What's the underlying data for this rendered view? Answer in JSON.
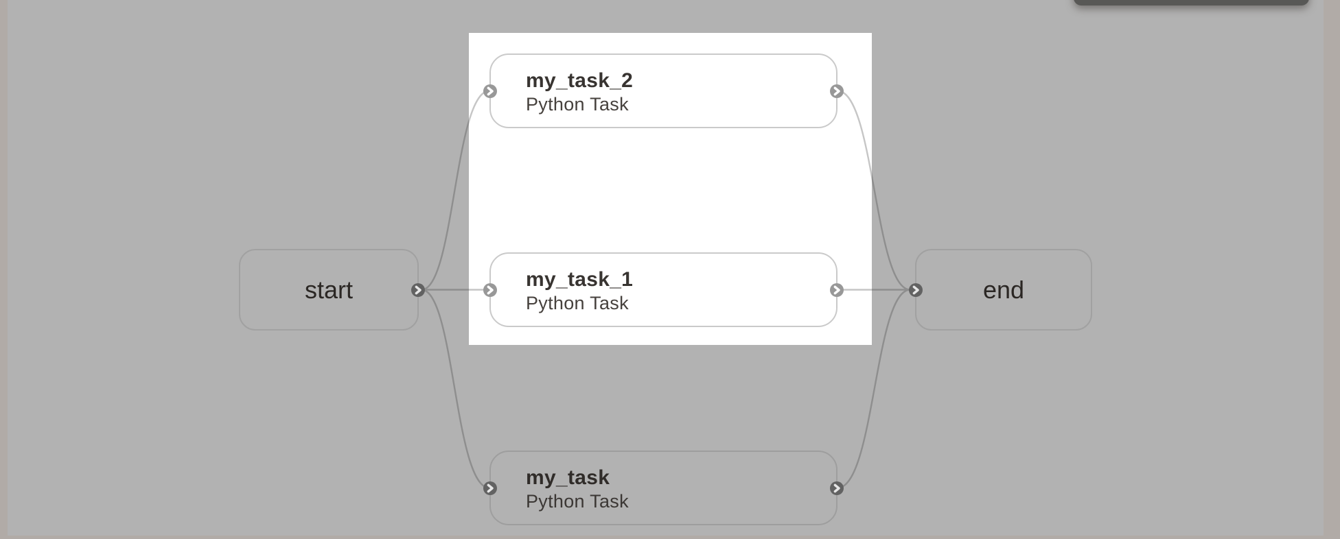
{
  "canvas": {
    "kind": "workflow-dag-editor",
    "spotlight_note": "white highlight rectangle over my_task_2 and my_task_1 nodes, rest of canvas dimmed gray"
  },
  "nodes": [
    {
      "id": "start",
      "label": "start",
      "kind": "control",
      "highlighted": false
    },
    {
      "id": "my_task_2",
      "label": "my_task_2",
      "sublabel": "Python Task",
      "kind": "task",
      "highlighted": true
    },
    {
      "id": "my_task_1",
      "label": "my_task_1",
      "sublabel": "Python Task",
      "kind": "task",
      "highlighted": true
    },
    {
      "id": "my_task",
      "label": "my_task",
      "sublabel": "Python Task",
      "kind": "task",
      "highlighted": false
    },
    {
      "id": "end",
      "label": "end",
      "kind": "control",
      "highlighted": false
    }
  ],
  "edges": [
    {
      "from": "start",
      "to": "my_task_2"
    },
    {
      "from": "start",
      "to": "my_task_1"
    },
    {
      "from": "start",
      "to": "my_task"
    },
    {
      "from": "my_task_2",
      "to": "end"
    },
    {
      "from": "my_task_1",
      "to": "end"
    },
    {
      "from": "my_task",
      "to": "end"
    }
  ],
  "icons": {
    "handle": "chevron-right-icon"
  },
  "colors": {
    "frame": "#b1aba7",
    "canvas_dimmed": "#b2b2b2",
    "spotlight": "#ffffff",
    "edge_dimmed": "#8e8e8e",
    "edge_highlighted": "#c6c6c6",
    "node_border_dimmed": "#9e9e9e",
    "node_border_highlighted": "#cacaca",
    "handle_dimmed": "#626262",
    "handle_highlighted": "#989898",
    "text_dark": "#2b2724",
    "toolbar_edge": "#585856"
  }
}
